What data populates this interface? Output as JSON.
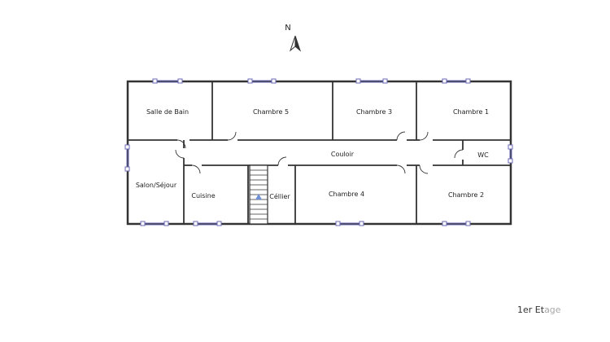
{
  "north": {
    "label": "N",
    "icon": "north-arrow-icon"
  },
  "floor_label": {
    "main": "1er Et",
    "faded": "age"
  },
  "rooms": {
    "salle_de_bain": "Salle de Bain",
    "chambre_5": "Chambre 5",
    "chambre_3": "Chambre 3",
    "chambre_1": "Chambre 1",
    "couloir": "Couloir",
    "wc": "WC",
    "salon_sejour": "Salon/Séjour",
    "cuisine": "Cuisine",
    "cellier": "Céllier",
    "chambre_4": "Chambre 4",
    "chambre_2": "Chambre 2"
  },
  "colors": {
    "wall": "#333333",
    "window": "#6a6ab4",
    "stair_arrow": "#6f8fd6"
  }
}
